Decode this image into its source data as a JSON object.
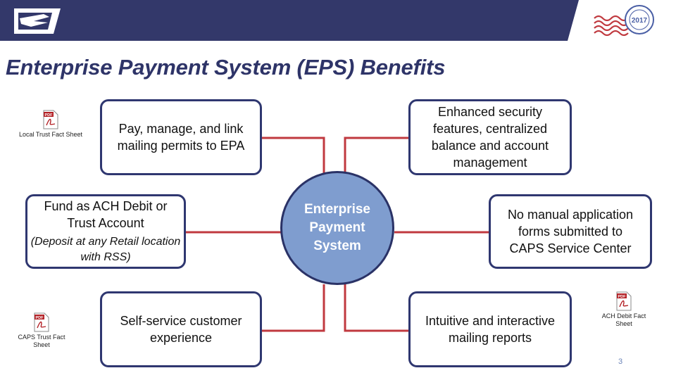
{
  "header": {
    "bar_color": "#33386a",
    "logo_icon": "usps-eagle-logo-icon",
    "stamp_icon": "usps-postmark-2017-icon",
    "accent_color": "#c0393f"
  },
  "title": "Enterprise Payment System (EPS) Benefits",
  "center": {
    "label": "Enterprise Payment System",
    "fill_color": "#7f9dcf"
  },
  "benefits": {
    "pay_manage": "Pay, manage, and link mailing permits to EPA",
    "fund": "Fund as ACH Debit or Trust Account",
    "fund_note": "(Deposit at any Retail location with RSS)",
    "self_service": "Self-service customer experience",
    "security": "Enhanced security features, centralized balance and account management",
    "no_manual": "No manual application forms submitted to CAPS Service Center",
    "reports": "Intuitive and interactive mailing reports"
  },
  "fact_sheets": {
    "local_trust": "Local Trust Fact Sheet",
    "caps_trust": "CAPS Trust Fact Sheet",
    "ach_debit": "ACH Debit Fact Sheet",
    "icon": "pdf-document-icon"
  },
  "page_number": "3"
}
